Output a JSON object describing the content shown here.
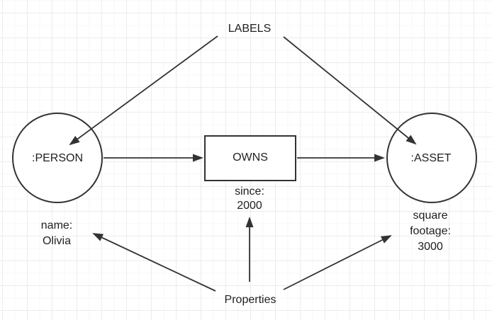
{
  "annotations": {
    "labels": "LABELS",
    "properties": "Properties"
  },
  "nodes": {
    "person": {
      "label": ":PERSON",
      "shape": "circle"
    },
    "asset": {
      "label": ":ASSET",
      "shape": "circle"
    },
    "owns": {
      "label": "OWNS",
      "shape": "rectangle"
    }
  },
  "property_labels": {
    "person": [
      "name:",
      "Olivia"
    ],
    "owns": [
      "since:",
      "2000"
    ],
    "asset": [
      "square",
      "footage:",
      "3000"
    ]
  },
  "colors": {
    "line": "#333333",
    "text": "#1f1f1f",
    "node_fill": "#ffffff",
    "background": "#ffffff",
    "grid_major": "#ececec",
    "grid_minor": "#f7f7f7"
  }
}
